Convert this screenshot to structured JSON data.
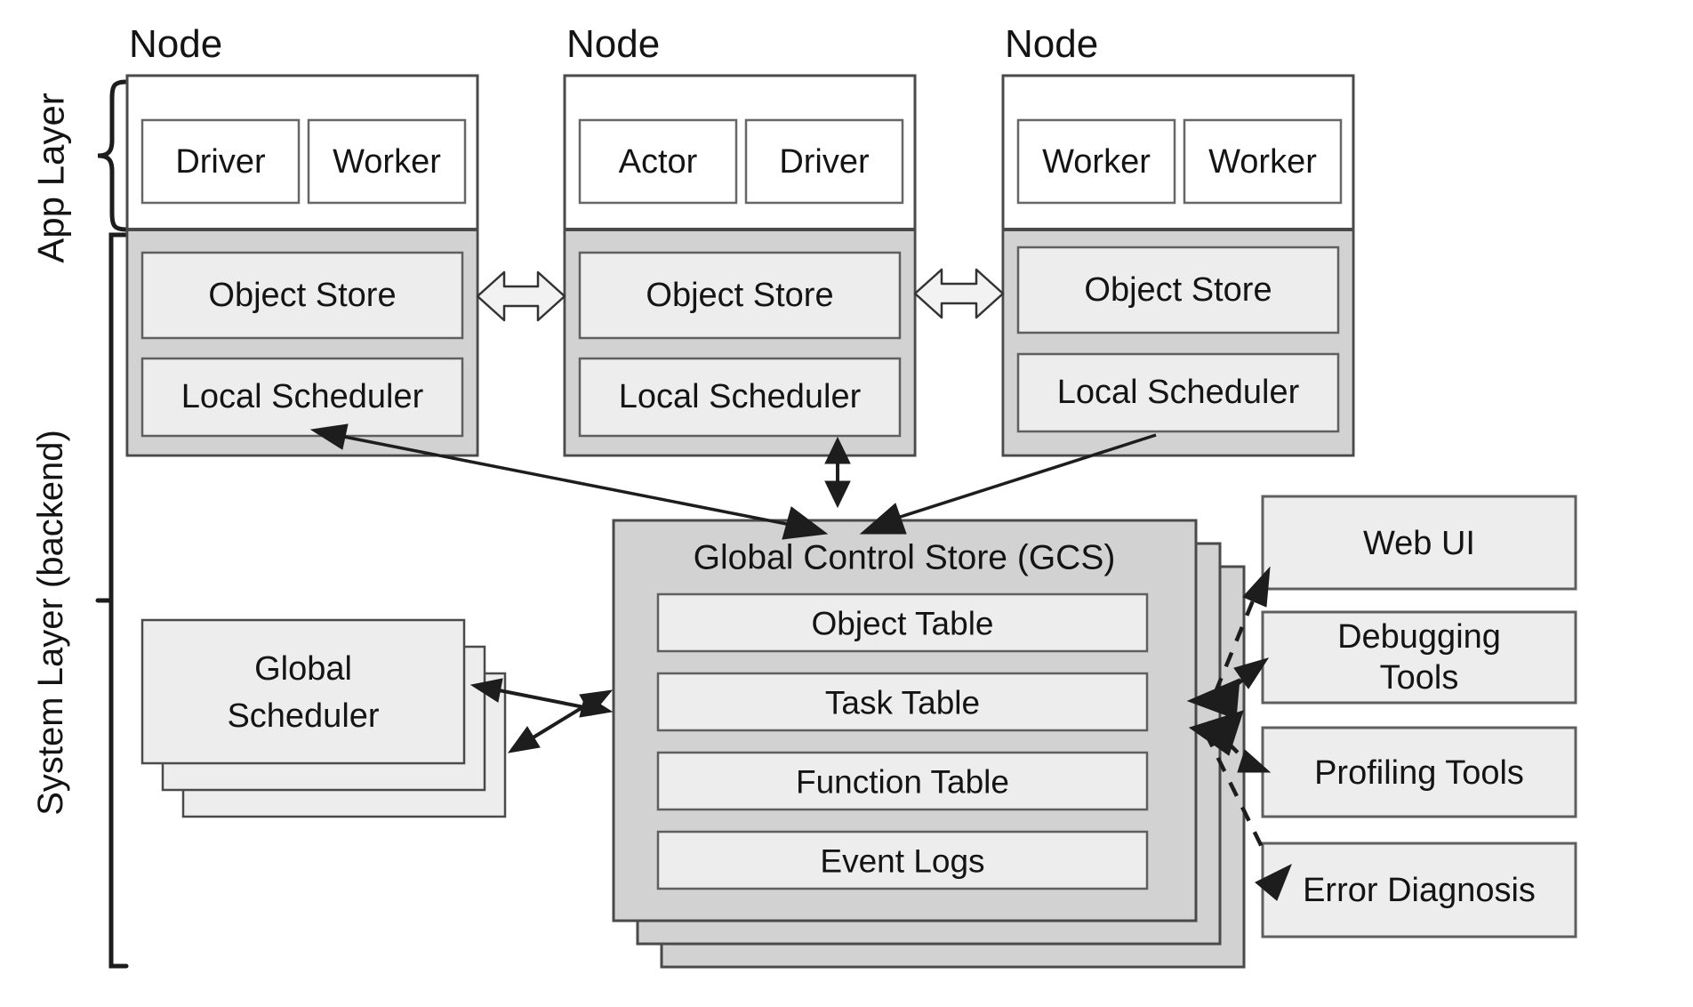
{
  "diagram": {
    "layer_labels": {
      "app": "App Layer",
      "system": "System Layer (backend)"
    },
    "nodes": [
      {
        "title": "Node",
        "processes": [
          "Driver",
          "Worker"
        ],
        "object_store": "Object Store",
        "local_scheduler": "Local Scheduler"
      },
      {
        "title": "Node",
        "processes": [
          "Actor",
          "Driver"
        ],
        "object_store": "Object Store",
        "local_scheduler": "Local Scheduler"
      },
      {
        "title": "Node",
        "processes": [
          "Worker",
          "Worker"
        ],
        "object_store": "Object Store",
        "local_scheduler": "Local Scheduler"
      }
    ],
    "global_scheduler": {
      "line1": "Global",
      "line2": "Scheduler"
    },
    "gcs": {
      "title": "Global Control Store (GCS)",
      "tables": [
        "Object Table",
        "Task Table",
        "Function Table",
        "Event Logs"
      ]
    },
    "tools": [
      {
        "label": "Web UI",
        "line1": "Web UI",
        "line2": ""
      },
      {
        "label": "Debugging Tools",
        "line1": "Debugging",
        "line2": "Tools"
      },
      {
        "label": "Profiling Tools",
        "line1": "Profiling Tools",
        "line2": ""
      },
      {
        "label": "Error Diagnosis",
        "line1": "Error Diagnosis",
        "line2": ""
      }
    ],
    "colors": {
      "background": "#ffffff",
      "node_gray": "#d2d2d2",
      "box_light": "#ededed",
      "border_dark": "#4a4a4a",
      "border_mid": "#5f5f5f",
      "arrow_black": "#1d1d1d",
      "block_arrow_fill": "#f2f2f2"
    }
  }
}
